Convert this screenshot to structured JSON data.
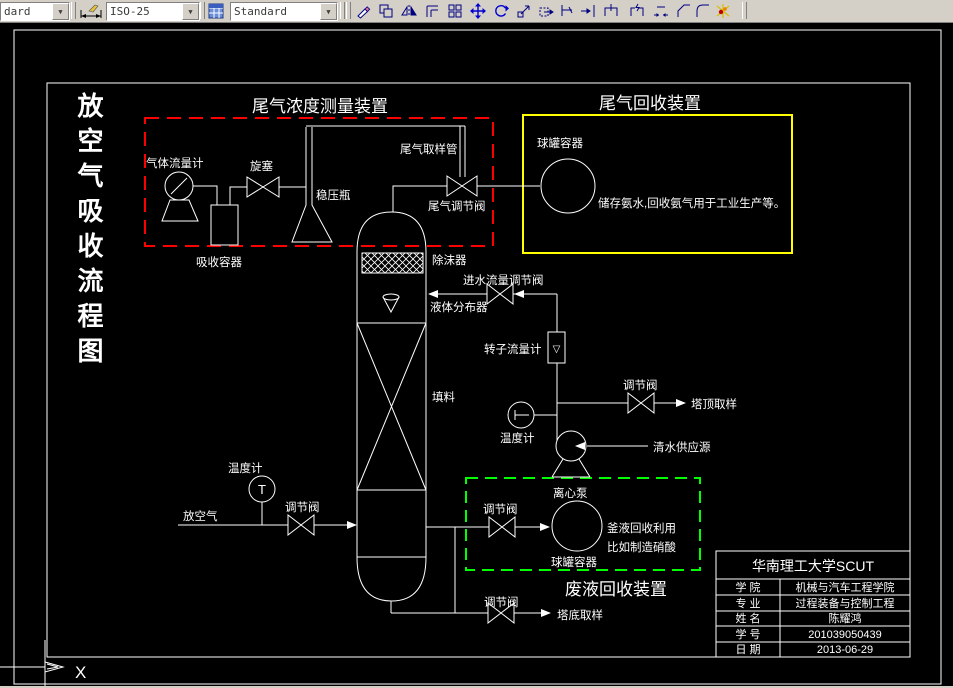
{
  "toolbar": {
    "combo_partial": "dard",
    "dim_style": "ISO-25",
    "table_style": "Standard",
    "dropdown_arrow": "▼",
    "modify_icons": [
      "erase",
      "copy",
      "mirror",
      "offset",
      "array",
      "move",
      "rotate",
      "scale",
      "stretch",
      "trim",
      "extend",
      "break-at-point",
      "break",
      "join",
      "chamfer",
      "fillet",
      "explode"
    ]
  },
  "colors": {
    "canvas_bg": "#000000",
    "line": "#ffffff",
    "measure_box": "#ff0000",
    "recovery_box": "#ffff00",
    "waste_box": "#00ff00",
    "toolbar_bg": "#d4d0c8"
  },
  "drawing": {
    "vertical_title": "放空气吸收流程图",
    "sections": {
      "measure_box_title": "尾气浓度测量装置",
      "recovery_box_title": "尾气回收装置",
      "waste_box_title": "废液回收装置"
    },
    "labels": {
      "gas_flowmeter": "气体流量计",
      "cock_valve": "旋塞",
      "stabilizer_bottle": "稳压瓶",
      "absorb_vessel": "吸收容器",
      "tailgas_sampling_tube": "尾气取样管",
      "tailgas_regulating_valve": "尾气调节阀",
      "sphere_tank_top": "球罐容器",
      "ammonia_note": "储存氨水,回收氨气用于工业生产等。",
      "demister": "除沫器",
      "inlet_water_valve": "进水流量调节阀",
      "liquid_distributor": "液体分布器",
      "rotameter": "转子流量计",
      "rotameter_glyph": "▽",
      "packing": "填料",
      "regulating_valve_top": "调节阀",
      "tower_top_sample": "塔顶取样",
      "thermometer_right": "温度计",
      "clean_water_source": "清水供应源",
      "centrifugal_pump": "离心泵",
      "kettle_note_1": "釜液回收利用",
      "kettle_note_2": "比如制造硝酸",
      "sphere_tank_bottom": "球罐容器",
      "regulating_valve_waste": "调节阀",
      "regulating_valve_bottom": "调节阀",
      "tower_bottom_sample": "塔底取样",
      "vent_air": "放空气",
      "thermometer_left": "温度计",
      "temp_symbol": "T",
      "regulating_valve_left": "调节阀",
      "ucs_x": "X"
    },
    "title_block": {
      "university": "华南理工大学SCUT",
      "rows": [
        {
          "label": "学  院",
          "value": "机械与汽车工程学院"
        },
        {
          "label": "专  业",
          "value": "过程装备与控制工程"
        },
        {
          "label": "姓  名",
          "value": "陈耀鸿"
        },
        {
          "label": "学  号",
          "value": "201039050439"
        },
        {
          "label": "日  期",
          "value": "2013-06-29"
        }
      ]
    }
  }
}
